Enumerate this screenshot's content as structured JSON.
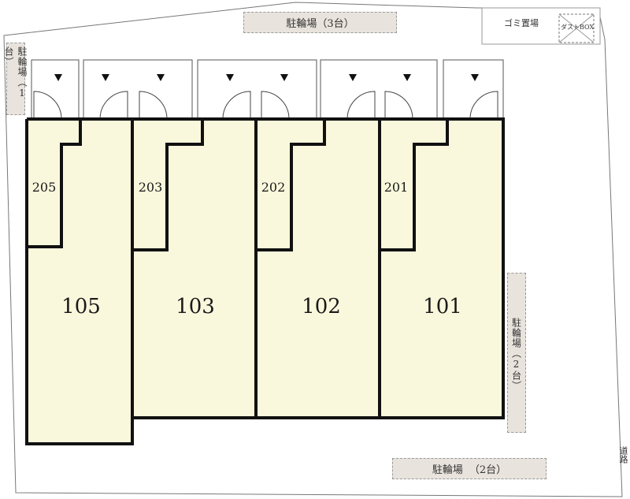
{
  "units": {
    "u101": "101",
    "u102": "102",
    "u103": "103",
    "u105": "105",
    "u201": "201",
    "u202": "202",
    "u203": "203",
    "u205": "205"
  },
  "facilities": {
    "bike_top": "駐輪場（3台）",
    "garbage": "ゴミ置場",
    "delivery_box": "ダストBOX",
    "bike_left": "駐輪場（1台）",
    "bike_right": "駐輪場（2台）",
    "bike_bottom_left": "駐輪場",
    "bike_bottom_right": "（2台）",
    "road": "道路"
  },
  "colors": {
    "unit_fill": "#faf8dc",
    "wall": "#111111",
    "parking_fill": "#e8e3dc"
  }
}
